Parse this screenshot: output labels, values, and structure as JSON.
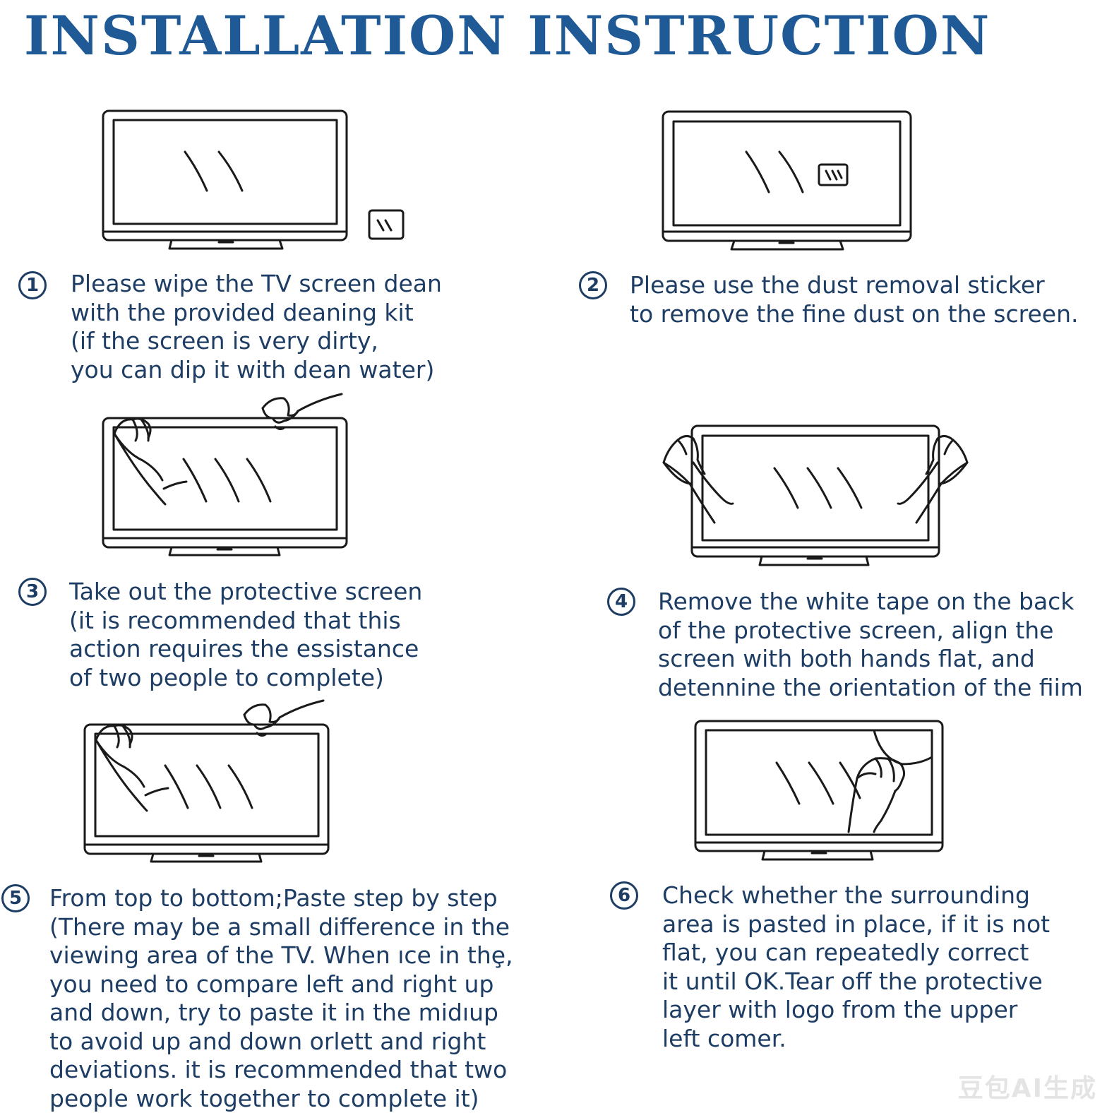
{
  "title": "INSTALLATION INSTRUCTION",
  "colors": {
    "title": "#1f5a96",
    "text": "#1d3d64",
    "outline": "#1a1a1a"
  },
  "steps": [
    {
      "number": "1",
      "illustration": "tv-with-cleaning-cloth-icon",
      "lines": [
        "Please wipe the TV screen dean",
        "with the provided deaning kit",
        "(if the screen is very dirty,",
        " you can dip it with dean water)"
      ]
    },
    {
      "number": "2",
      "illustration": "tv-with-dust-sticker-icon",
      "lines": [
        "Please use the dust removal sticker",
        "to remove the fine dust on the screen."
      ]
    },
    {
      "number": "3",
      "illustration": "tv-with-hands-holding-film-icon",
      "lines": [
        "Take out the protective screen",
        "(it is recommended that this",
        "action requires the essistance",
        "of two people to complete)"
      ]
    },
    {
      "number": "4",
      "illustration": "tv-with-two-hands-aligning-film-icon",
      "lines": [
        "Remove the white tape on the back",
        "of the protective screen, align the",
        "screen with both hands flat, and",
        "detennine the orientation of the fiim"
      ]
    },
    {
      "number": "5",
      "illustration": "tv-with-hands-pasting-film-icon",
      "lines": [
        "From top to bottom;Paste step by step",
        "(There may be a small difference in the",
        " viewing area of the TV. When ıce in thȩ,",
        " you need to compare left and right up",
        " and down, try to paste it in the midıup",
        " to avoid up and down orlett and right",
        " deviations. it is recommended that two",
        " people work together to complete it)"
      ]
    },
    {
      "number": "6",
      "illustration": "tv-with-hand-peeling-corner-icon",
      "lines": [
        "Check whether the surrounding",
        "area is pasted in place, if it is not",
        " flat, you can repeatedly correct",
        "it until OK.Tear off the protective",
        "layer with logo from the upper",
        "left comer."
      ]
    }
  ],
  "watermark": "豆包AI生成"
}
